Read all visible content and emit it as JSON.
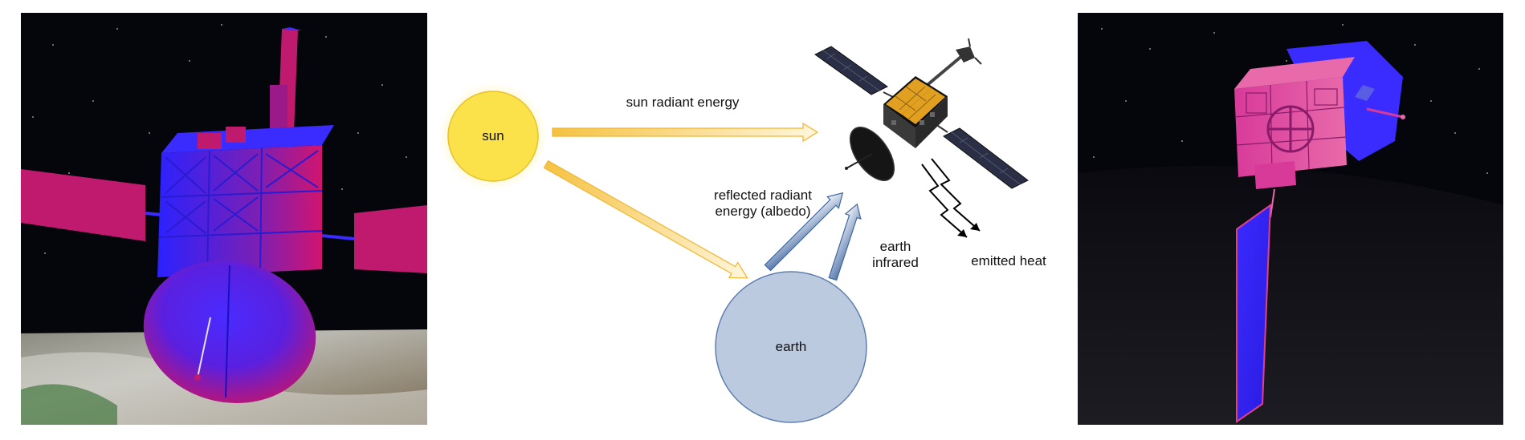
{
  "diagram": {
    "sun_label": "sun",
    "earth_label": "earth",
    "sun_energy_label": "sun radiant energy",
    "albedo_label_line1": "reflected radiant",
    "albedo_label_line2": "energy (albedo)",
    "infrared_label_line1": "earth",
    "infrared_label_line2": "infrared",
    "emitted_heat_label": "emitted heat"
  },
  "colors": {
    "sun_fill": "#fbe14a",
    "sun_glow": "#fff3b0",
    "earth_fill": "#bccadf",
    "earth_stroke": "#5f7eb0",
    "arrow_sun": "#f5c242",
    "arrow_blue": "#4a6fa5",
    "thermal_model_blue": "#2a1bff",
    "thermal_model_magenta": "#d2146e",
    "space_bg": "#05050c"
  }
}
